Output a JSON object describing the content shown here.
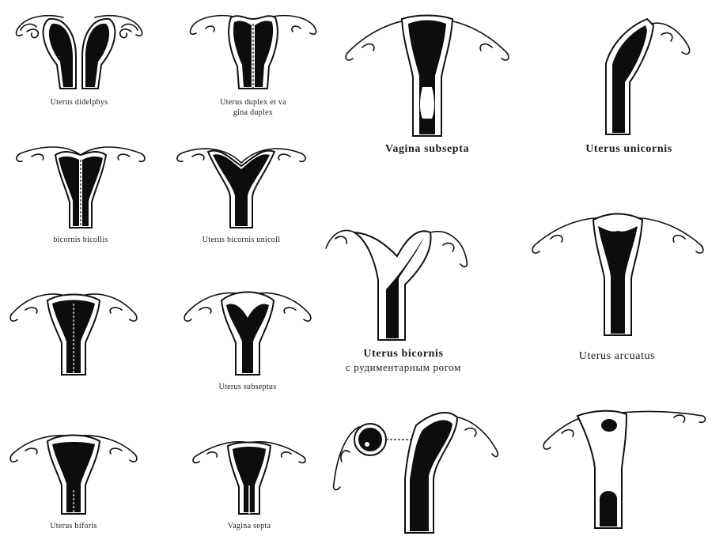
{
  "labels": {
    "didelphys": "Uterus didelphys",
    "duplex_line1": "Uterus duplex et va",
    "duplex_line2": "gina duplex",
    "bicornis_bicollis": "bicornis bicollis",
    "bicornis_unicollis": "Uterus bicornis unicoll",
    "subseptus": "Uterus subseptus",
    "biforis": "Uterus biforis",
    "vagina_septa": "Vagina septa",
    "vagina_subsepta": "Vagina subsepta",
    "unicornis": "Uterus unicornis",
    "rudimentary_line1": "Uterus bicornis",
    "rudimentary_line2": "с рудиментарным рогом",
    "arcuatus": "Uterus arcuatus"
  },
  "figures": [
    "uterus-didelphys-figure",
    "uterus-duplex-figure",
    "bicornis-bicollis-figure",
    "bicornis-unicollis-figure",
    "uterus-septus-figure",
    "uterus-subseptus-figure",
    "uterus-biforis-figure",
    "vagina-septa-figure",
    "vagina-subsepta-figure",
    "uterus-unicornis-figure",
    "bicornis-rudimentary-horn-figure",
    "uterus-arcuatus-figure",
    "rudimentary-horn-cyst-figure",
    "uterus-closed-horn-figure"
  ]
}
